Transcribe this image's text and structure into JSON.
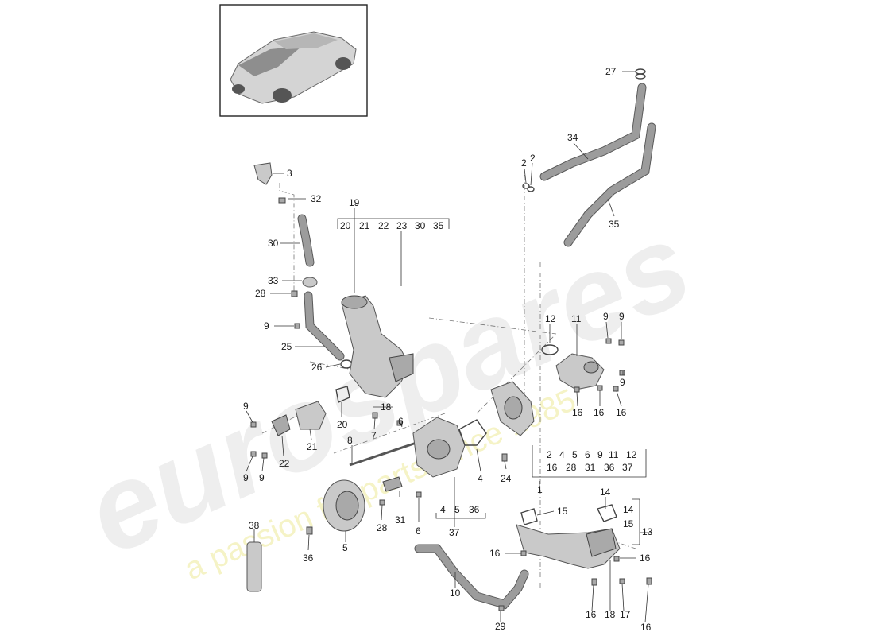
{
  "watermark": {
    "brand": "eurospares",
    "tagline": "a passion for parts since 1985"
  },
  "thumbnail": {
    "icon": "car-thumbnail-icon"
  },
  "callouts": [
    {
      "id": "27",
      "text": "27"
    },
    {
      "id": "34",
      "text": "34"
    },
    {
      "id": "35",
      "text": "35"
    },
    {
      "id": "2a",
      "text": "2"
    },
    {
      "id": "2b",
      "text": "2"
    },
    {
      "id": "3",
      "text": "3"
    },
    {
      "id": "32",
      "text": "32"
    },
    {
      "id": "19",
      "text": "19"
    },
    {
      "id": "30",
      "text": "30"
    },
    {
      "id": "33",
      "text": "33"
    },
    {
      "id": "28a",
      "text": "28"
    },
    {
      "id": "9a",
      "text": "9"
    },
    {
      "id": "25",
      "text": "25"
    },
    {
      "id": "26",
      "text": "26"
    },
    {
      "id": "12",
      "text": "12"
    },
    {
      "id": "11",
      "text": "11"
    },
    {
      "id": "9b",
      "text": "9"
    },
    {
      "id": "9c",
      "text": "9"
    },
    {
      "id": "9d",
      "text": "9"
    },
    {
      "id": "16a",
      "text": "16"
    },
    {
      "id": "16b",
      "text": "16"
    },
    {
      "id": "16c",
      "text": "16"
    },
    {
      "id": "9e",
      "text": "9"
    },
    {
      "id": "20",
      "text": "20"
    },
    {
      "id": "18a",
      "text": "18"
    },
    {
      "id": "6a",
      "text": "6"
    },
    {
      "id": "7",
      "text": "7"
    },
    {
      "id": "21",
      "text": "21"
    },
    {
      "id": "22",
      "text": "22"
    },
    {
      "id": "9f",
      "text": "9"
    },
    {
      "id": "9g",
      "text": "9"
    },
    {
      "id": "8",
      "text": "8"
    },
    {
      "id": "4a",
      "text": "4"
    },
    {
      "id": "24",
      "text": "24"
    },
    {
      "id": "1",
      "text": "1"
    },
    {
      "id": "6b",
      "text": "6"
    },
    {
      "id": "31",
      "text": "31"
    },
    {
      "id": "28b",
      "text": "28"
    },
    {
      "id": "38",
      "text": "38"
    },
    {
      "id": "36",
      "text": "36"
    },
    {
      "id": "5",
      "text": "5"
    },
    {
      "id": "37",
      "text": "37"
    },
    {
      "id": "14a",
      "text": "14"
    },
    {
      "id": "15a",
      "text": "15"
    },
    {
      "id": "13",
      "text": "13"
    },
    {
      "id": "16d",
      "text": "16"
    },
    {
      "id": "16e",
      "text": "16"
    },
    {
      "id": "10",
      "text": "10"
    },
    {
      "id": "29",
      "text": "29"
    },
    {
      "id": "16f",
      "text": "16"
    },
    {
      "id": "18b",
      "text": "18"
    },
    {
      "id": "17",
      "text": "17"
    },
    {
      "id": "16g",
      "text": "16"
    }
  ],
  "groups": {
    "group19": [
      "20",
      "21",
      "22",
      "23",
      "30",
      "35"
    ],
    "group1_row1": [
      "2",
      "4",
      "5",
      "6",
      "9",
      "11",
      "12"
    ],
    "group1_row2": [
      "16",
      "28",
      "31",
      "36",
      "37"
    ],
    "group37": [
      "4",
      "5",
      "36"
    ],
    "group13": [
      "14",
      "15"
    ]
  }
}
